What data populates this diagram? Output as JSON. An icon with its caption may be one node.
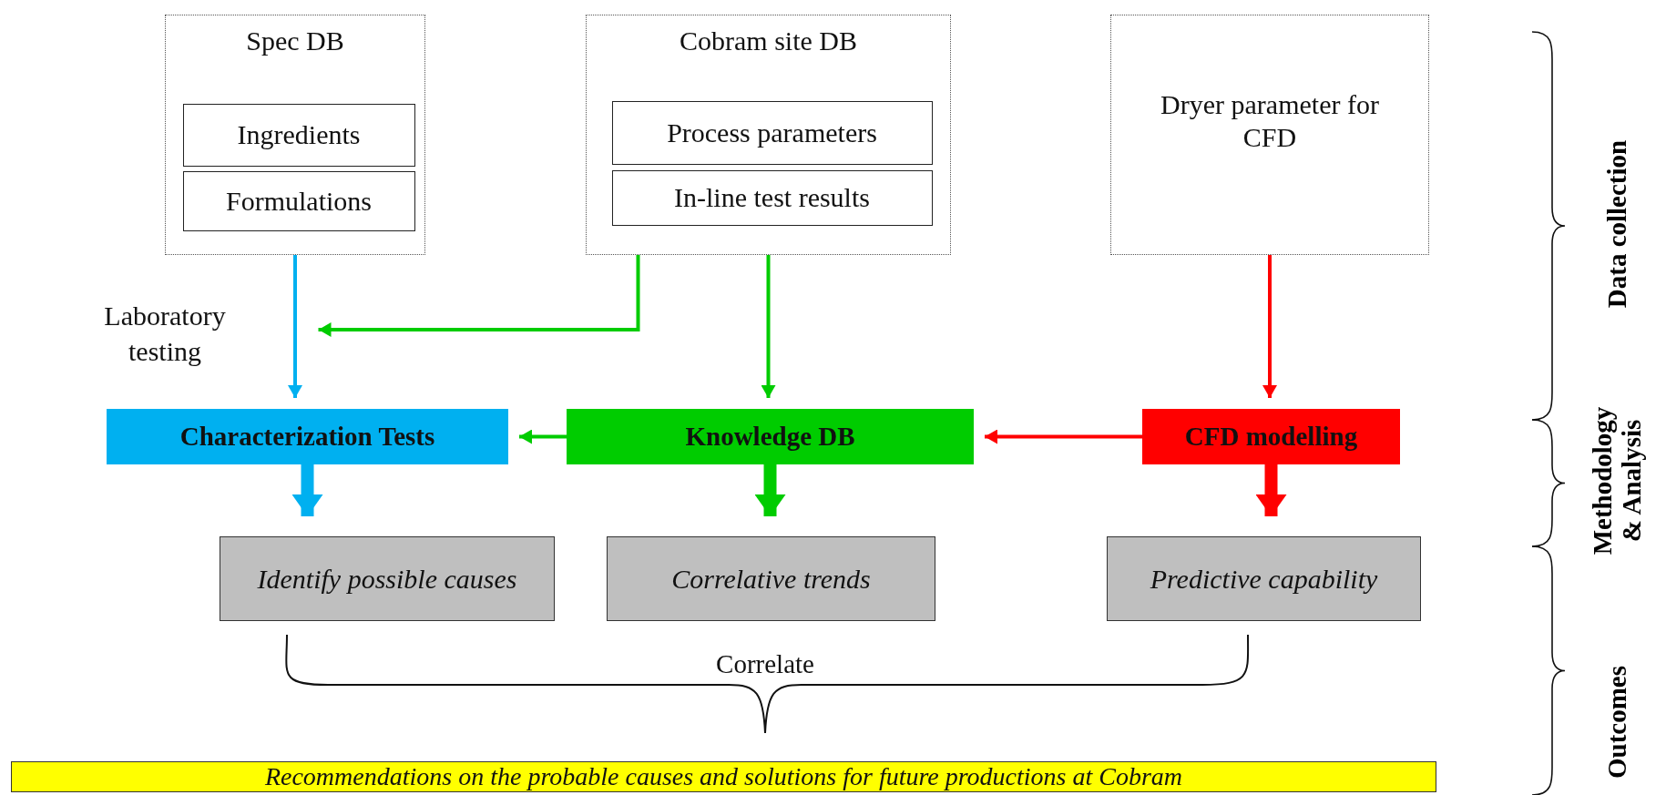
{
  "diagram": {
    "nodes": [
      {
        "text": [
          "Spec DB"
        ]
      },
      {
        "text": [
          "Ingredients"
        ],
        "in": 0
      },
      {
        "text": [
          "Formulations"
        ],
        "in": 0
      },
      {
        "text": [
          "Cobram site DB"
        ]
      },
      {
        "text": [
          "Process parameters"
        ],
        "in": 3
      },
      {
        "text": [
          "In-line test results"
        ],
        "in": 3
      },
      {
        "text": [
          "Dryer parameter for CFD"
        ]
      },
      {
        "text": [
          "Characterization Tests"
        ]
      },
      {
        "text": [
          "Knowledge DB"
        ]
      },
      {
        "text": [
          "CFD modelling"
        ]
      },
      {
        "text": [
          "Identify possible causes"
        ]
      },
      {
        "text": [
          "Correlative trends"
        ]
      },
      {
        "text": [
          "Predictive capability"
        ]
      },
      {
        "text": [
          "Recommendations on the probable causes and solutions for future productions at Cobram"
        ]
      }
    ],
    "edges": [
      {
        "from": 0,
        "to": 7,
        "arrow": "to",
        "label": "Laboratory testing",
        "color": "#00b0f0"
      },
      {
        "from": 3,
        "to": 7,
        "arrow": "to",
        "color": "#00cc00"
      },
      {
        "from": 3,
        "to": 8,
        "arrow": "to",
        "color": "#00cc00"
      },
      {
        "from": 6,
        "to": 9,
        "arrow": "to",
        "color": "#ff0000"
      },
      {
        "from": 8,
        "to": 7,
        "arrow": "to",
        "color": "#00cc00"
      },
      {
        "from": 9,
        "to": 8,
        "arrow": "to",
        "color": "#ff0000"
      },
      {
        "from": 7,
        "to": 10,
        "arrow": "to",
        "style": "thick",
        "color": "#00b0f0"
      },
      {
        "from": 8,
        "to": 11,
        "arrow": "to",
        "style": "thick",
        "color": "#00cc00"
      },
      {
        "from": 9,
        "to": 12,
        "arrow": "to",
        "style": "thick",
        "color": "#ff0000"
      }
    ],
    "labels": [
      "Correlate",
      "Data collection",
      "Methodology & Analysis",
      "Outcomes"
    ]
  }
}
